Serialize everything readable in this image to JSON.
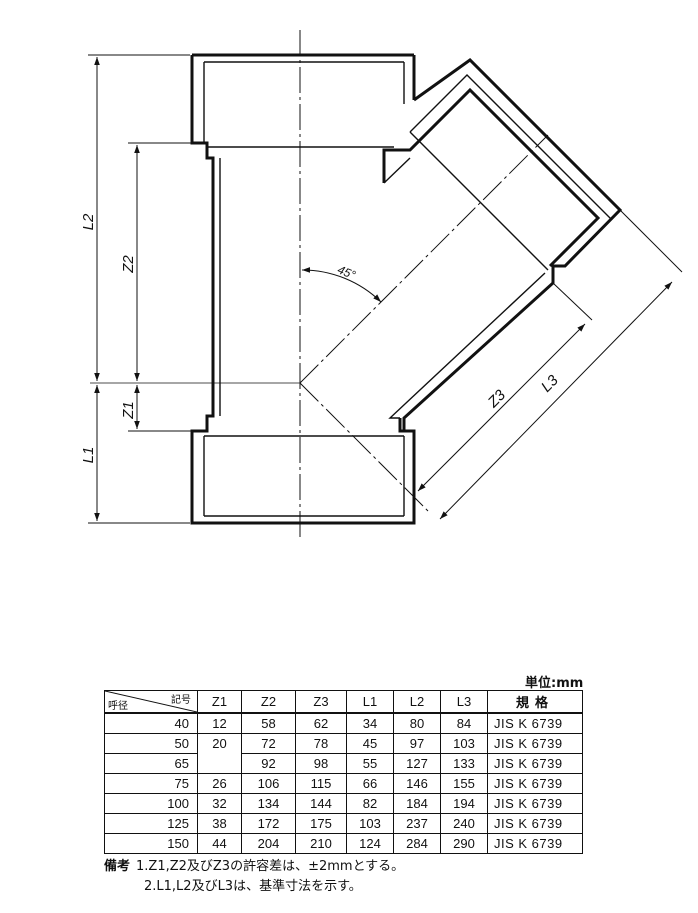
{
  "drawing": {
    "angle_label": "45°",
    "dimensions": {
      "L2": "L2",
      "Z2": "Z2",
      "Z1": "Z1",
      "L1": "L1",
      "Z3": "Z3",
      "L3": "L3"
    }
  },
  "unit_label": "単位:mm",
  "table": {
    "header_kigo": "記号",
    "header_yobikei": "呼径",
    "columns": [
      "Z1",
      "Z2",
      "Z3",
      "L1",
      "L2",
      "L3",
      "規格"
    ],
    "rows": [
      {
        "nominal": "40",
        "Z1": "12",
        "Z2": "58",
        "Z3": "62",
        "L1": "34",
        "L2": "80",
        "L3": "84",
        "std": "JIS K 6739"
      },
      {
        "nominal": "50",
        "Z1": "20",
        "Z2": "72",
        "Z3": "78",
        "L1": "45",
        "L2": "97",
        "L3": "103",
        "std": "JIS K 6739"
      },
      {
        "nominal": "65",
        "Z1": "",
        "Z2": "92",
        "Z3": "98",
        "L1": "55",
        "L2": "127",
        "L3": "133",
        "std": "JIS K 6739"
      },
      {
        "nominal": "75",
        "Z1": "26",
        "Z2": "106",
        "Z3": "115",
        "L1": "66",
        "L2": "146",
        "L3": "155",
        "std": "JIS K 6739"
      },
      {
        "nominal": "100",
        "Z1": "32",
        "Z2": "134",
        "Z3": "144",
        "L1": "82",
        "L2": "184",
        "L3": "194",
        "std": "JIS K 6739"
      },
      {
        "nominal": "125",
        "Z1": "38",
        "Z2": "172",
        "Z3": "175",
        "L1": "103",
        "L2": "237",
        "L3": "240",
        "std": "JIS K 6739"
      },
      {
        "nominal": "150",
        "Z1": "44",
        "Z2": "204",
        "Z3": "210",
        "L1": "124",
        "L2": "284",
        "L3": "290",
        "std": "JIS K 6739"
      }
    ]
  },
  "notes": {
    "label": "備考",
    "note1": "1.Z1,Z2及びZ3の許容差は、±2mmとする。",
    "note2": "2.L1,L2及びL3は、基準寸法を示す。"
  }
}
